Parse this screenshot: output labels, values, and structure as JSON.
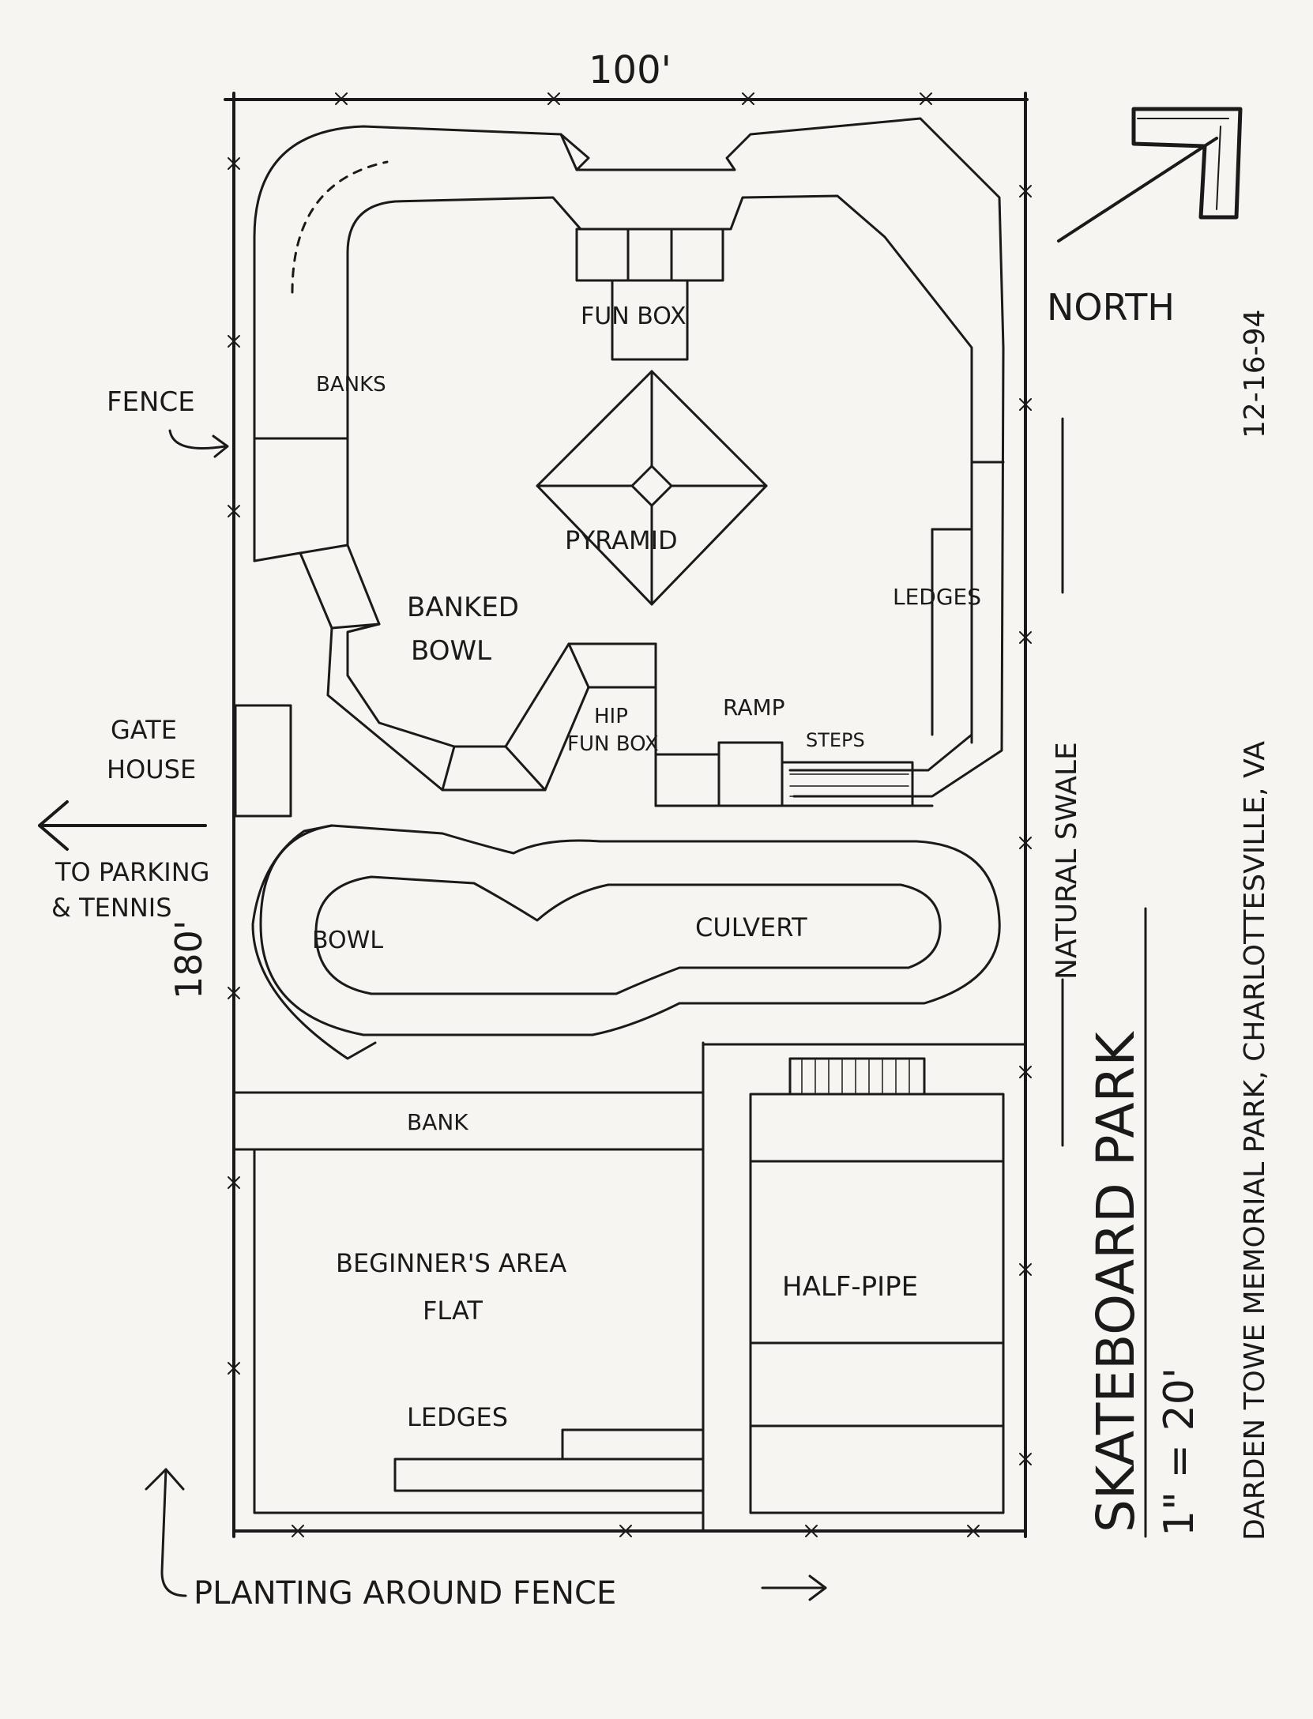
{
  "dimensions": {
    "width_label": "100'",
    "depth_label": "180'"
  },
  "labels": {
    "fun_box": "FUN BOX",
    "banks": "BANKS",
    "pyramid": "PYRAMID",
    "banked_bowl_1": "BANKED",
    "banked_bowl_2": "BOWL",
    "ledges_top": "LEDGES",
    "hip_fun_box_1": "HIP",
    "hip_fun_box_2": "FUN BOX",
    "ramp": "RAMP",
    "steps": "STEPS",
    "gate_house_1": "GATE",
    "gate_house_2": "HOUSE",
    "to_parking_1": "TO PARKING",
    "to_parking_2": "& TENNIS",
    "fence": "FENCE",
    "bowl": "BOWL",
    "culvert": "CULVERT",
    "natural_swale": "NATURAL SWALE",
    "bank": "BANK",
    "beginners_1": "BEGINNER'S AREA",
    "beginners_2": "FLAT",
    "half_pipe": "HALF-PIPE",
    "ledges_bottom": "LEDGES",
    "planting": "PLANTING AROUND FENCE",
    "north": "NORTH"
  },
  "title_block": {
    "title": "SKATEBOARD PARK",
    "scale": "1\" = 20'",
    "location": "DARDEN TOWE MEMORIAL PARK, CHARLOTTESVILLE, VA",
    "date": "12-16-94"
  },
  "colors": {
    "ink": "#1a1a1a",
    "paper": "#f6f5f1"
  }
}
